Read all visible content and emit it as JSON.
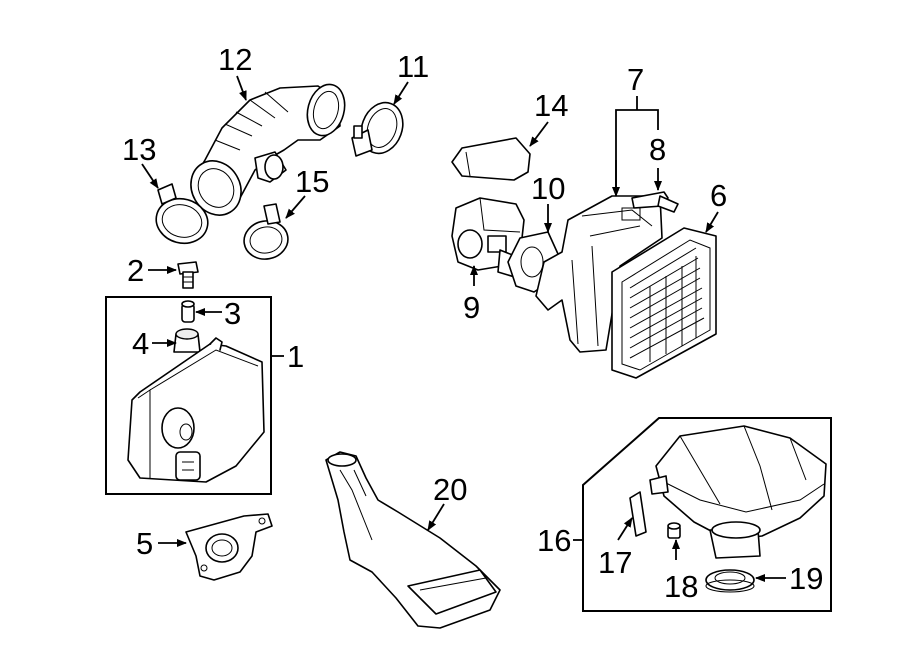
{
  "callouts": [
    {
      "id": "1",
      "label": "1"
    },
    {
      "id": "2",
      "label": "2"
    },
    {
      "id": "3",
      "label": "3"
    },
    {
      "id": "4",
      "label": "4"
    },
    {
      "id": "5",
      "label": "5"
    },
    {
      "id": "6",
      "label": "6"
    },
    {
      "id": "7",
      "label": "7"
    },
    {
      "id": "8",
      "label": "8"
    },
    {
      "id": "9",
      "label": "9"
    },
    {
      "id": "10",
      "label": "10"
    },
    {
      "id": "11",
      "label": "11"
    },
    {
      "id": "12",
      "label": "12"
    },
    {
      "id": "13",
      "label": "13"
    },
    {
      "id": "14",
      "label": "14"
    },
    {
      "id": "15",
      "label": "15"
    },
    {
      "id": "16",
      "label": "16"
    },
    {
      "id": "17",
      "label": "17"
    },
    {
      "id": "18",
      "label": "18"
    },
    {
      "id": "19",
      "label": "19"
    },
    {
      "id": "20",
      "label": "20"
    }
  ],
  "colors": {
    "line": "#000000",
    "background": "#ffffff"
  }
}
